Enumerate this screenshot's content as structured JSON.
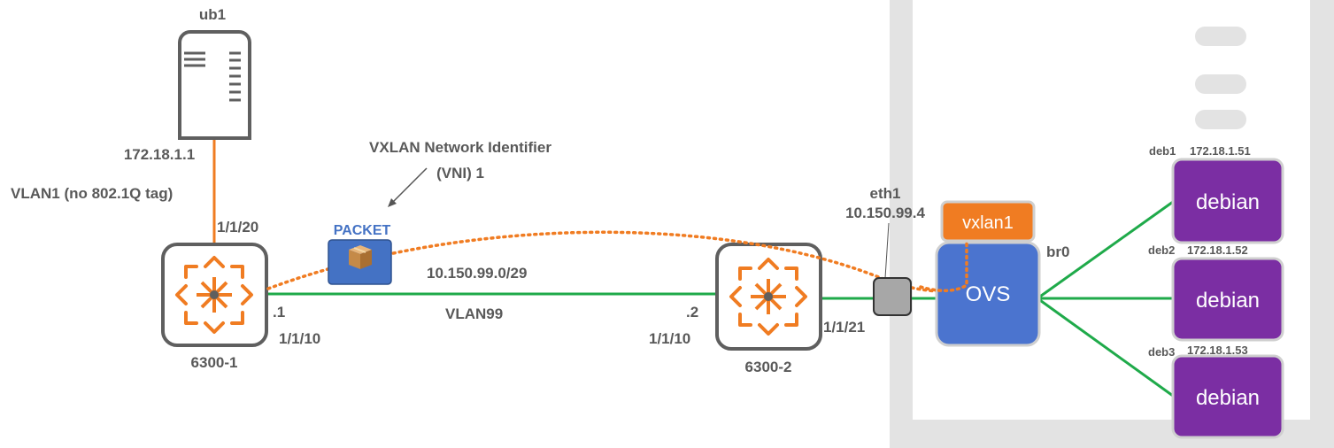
{
  "host": {
    "name": "ub1",
    "ip": "172.18.1.1",
    "vlan_note": "VLAN1 (no 802.1Q tag)",
    "uplink_port": "1/1/20"
  },
  "switch1": {
    "name": "6300-1",
    "ip_suffix": ".1",
    "port": "1/1/10"
  },
  "switch2": {
    "name": "6300-2",
    "ip_suffix": ".2",
    "port_left": "1/1/10",
    "port_right": "1/1/21"
  },
  "link": {
    "subnet": "10.150.99.0/29",
    "vlan": "VLAN99"
  },
  "packet": {
    "label": "PACKET",
    "vni_line1": "VXLAN Network Identifier",
    "vni_line2": "(VNI) 1"
  },
  "server": {
    "iface": "eth1",
    "iface_ip": "10.150.99.4",
    "vxlan_label": "vxlan1",
    "ovs_label": "OVS",
    "bridge": "br0"
  },
  "containers": [
    {
      "name": "deb1",
      "ip": "172.18.1.51",
      "label": "debian"
    },
    {
      "name": "deb2",
      "ip": "172.18.1.52",
      "label": "debian"
    },
    {
      "name": "deb3",
      "ip": "172.18.1.53",
      "label": "debian"
    }
  ],
  "colors": {
    "orange": "#f07c22",
    "green": "#1faa4a",
    "ovs_blue": "#4b74cf",
    "debian_purple": "#7b2ea3",
    "grey_text": "#595959",
    "server_frame": "#e3e3e3"
  },
  "icons": {
    "host": "server-tower-icon",
    "switch": "router-arrows-icon",
    "packet": "package-box-icon"
  }
}
